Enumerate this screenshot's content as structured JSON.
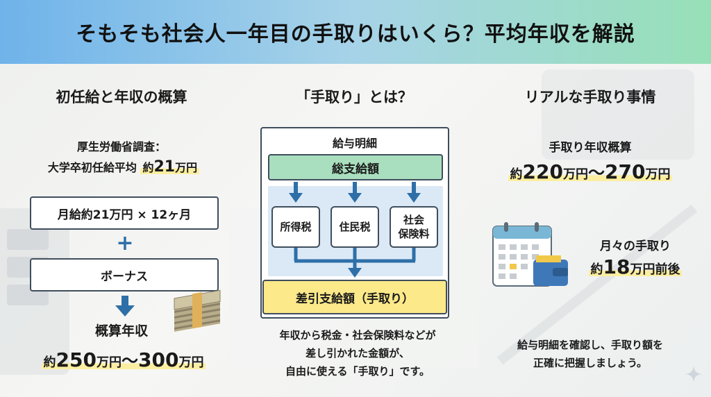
{
  "title": "そもそも社会人一年目の手取りはいくら？平均年収を解説",
  "left": {
    "heading": "初任給と年収の概算",
    "survey_line1": "厚生労働省調査：",
    "survey_line2_pre": "大学卒初任給平均",
    "survey_line2_hl_pre": "約",
    "survey_line2_num": "21",
    "survey_line2_unit": "万円",
    "monthly_box": "月給約21万円 × 12ヶ月",
    "plus": "+",
    "bonus_box": "ボーナス",
    "estimate_label": "概算年収",
    "estimate_pre": "約",
    "estimate_num1": "250",
    "estimate_unit1": "万円",
    "estimate_sep": "～",
    "estimate_num2": "300",
    "estimate_unit2": "万円"
  },
  "center": {
    "heading": "「手取り」とは？",
    "payslip_label": "給与明細",
    "gross_label": "総支給額",
    "deductions": [
      "所得税",
      "住民税",
      "社会\n保険料"
    ],
    "net_label": "差引支給額（手取り）",
    "note_line1": "年収から税金・社会保険料などが",
    "note_line2": "差し引かれた金額が、",
    "note_line3": "自由に使える「手取り」です。"
  },
  "right": {
    "heading": "リアルな手取り事情",
    "annual_label": "手取り年収概算",
    "annual_pre": "約",
    "annual_num1": "220",
    "annual_unit1": "万円",
    "annual_sep": "～",
    "annual_num2": "270",
    "annual_unit2": "万円",
    "monthly_label": "月々の手取り",
    "monthly_pre": "約",
    "monthly_num": "18",
    "monthly_unit": "万円前後",
    "advice_line1": "給与明細を確認し、手取り額を",
    "advice_line2": "正確に把握しましょう。"
  },
  "colors": {
    "accent_blue": "#2e6fa8",
    "green_box": "#a9dfbf",
    "yellow_box": "#fbe98a",
    "highlight": "#fbeea0"
  }
}
